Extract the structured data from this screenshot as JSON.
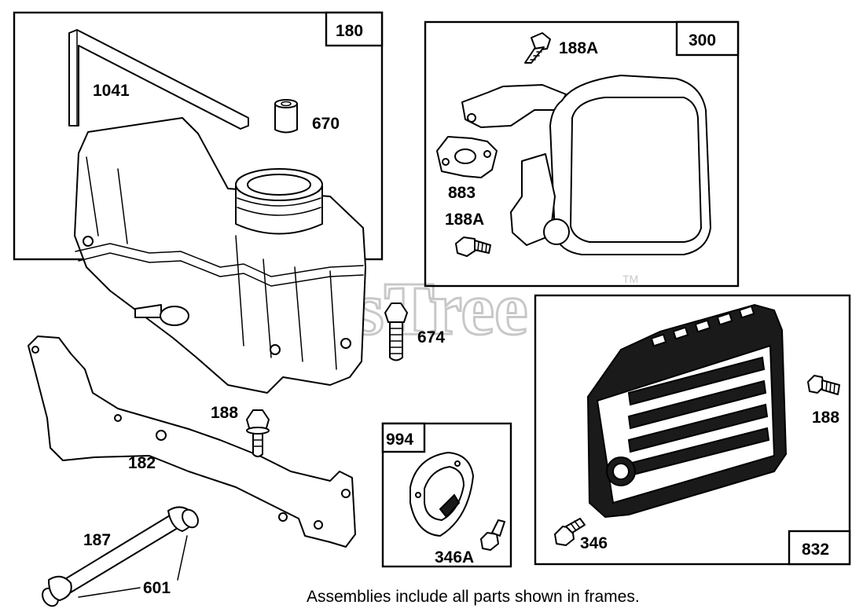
{
  "watermark": {
    "text": "PartsTree",
    "trademark": "TM"
  },
  "frames": [
    {
      "id": "180"
    },
    {
      "id": "300"
    },
    {
      "id": "832"
    },
    {
      "id": "994"
    }
  ],
  "callouts": {
    "p1041": "1041",
    "p670": "670",
    "p188a_top": "188A",
    "p883": "883",
    "p188a_mid": "188A",
    "p674": "674",
    "p188_mid": "188",
    "p182": "182",
    "p188_right": "188",
    "p187": "187",
    "p601": "601",
    "p346a": "346A",
    "p346": "346"
  },
  "footer_note": "Assemblies include all parts shown in frames."
}
